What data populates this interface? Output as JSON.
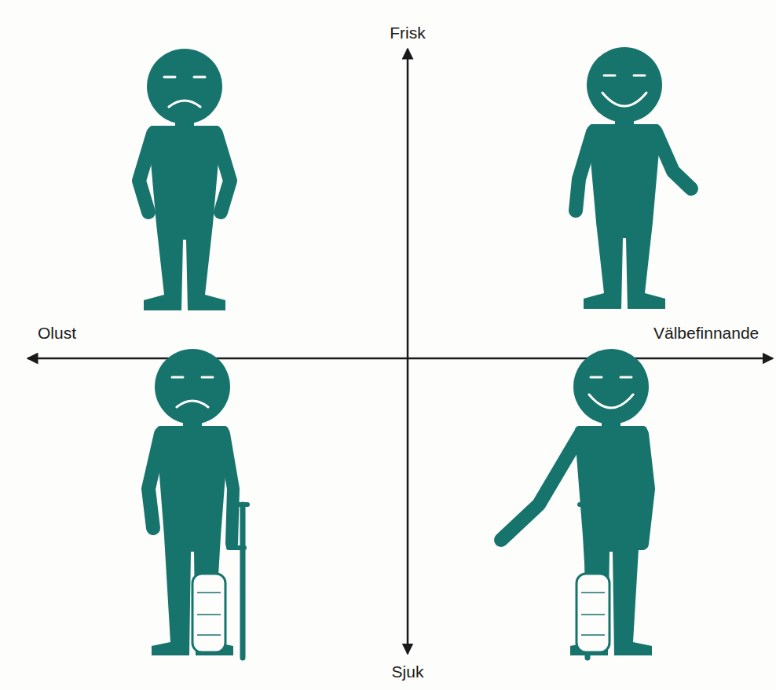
{
  "diagram": {
    "labels": [
      "Frisk",
      "Sjuk",
      "Olust",
      "Välbefinnande"
    ]
  }
}
